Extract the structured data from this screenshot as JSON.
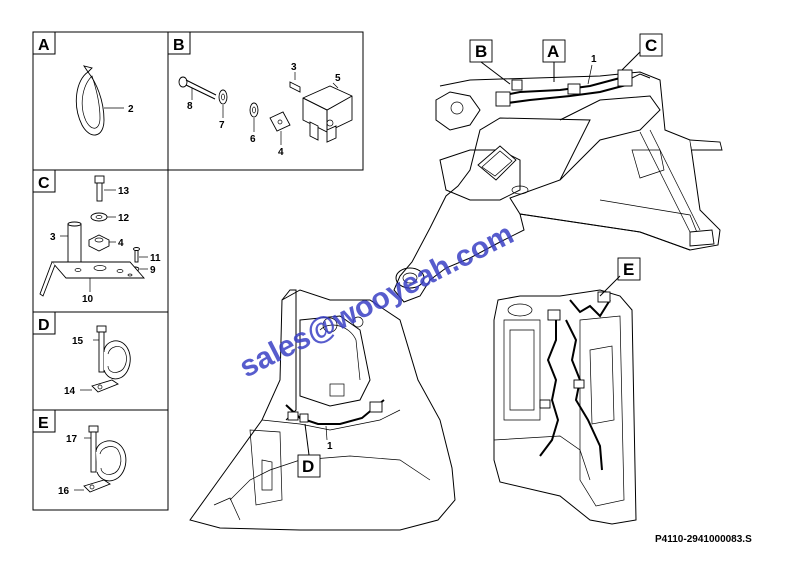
{
  "panels": {
    "A": {
      "letter": "A",
      "labels": [
        "2"
      ]
    },
    "B": {
      "letter": "B",
      "labels": [
        "3",
        "5",
        "8",
        "7",
        "6",
        "4"
      ]
    },
    "C": {
      "letter": "C",
      "labels": [
        "13",
        "12",
        "3",
        "4",
        "11",
        "9",
        "10"
      ]
    },
    "D": {
      "letter": "D",
      "labels": [
        "15",
        "14"
      ]
    },
    "E": {
      "letter": "E",
      "labels": [
        "17",
        "16"
      ]
    }
  },
  "callouts": {
    "top_b": "B",
    "top_a": "A",
    "top_c": "C",
    "top_1": "1",
    "right_e": "E",
    "bottom_d": "D",
    "bottom_1": "1"
  },
  "watermark": "sales@wooyeah.com",
  "drawing_code": "P4110-2941000083.S"
}
